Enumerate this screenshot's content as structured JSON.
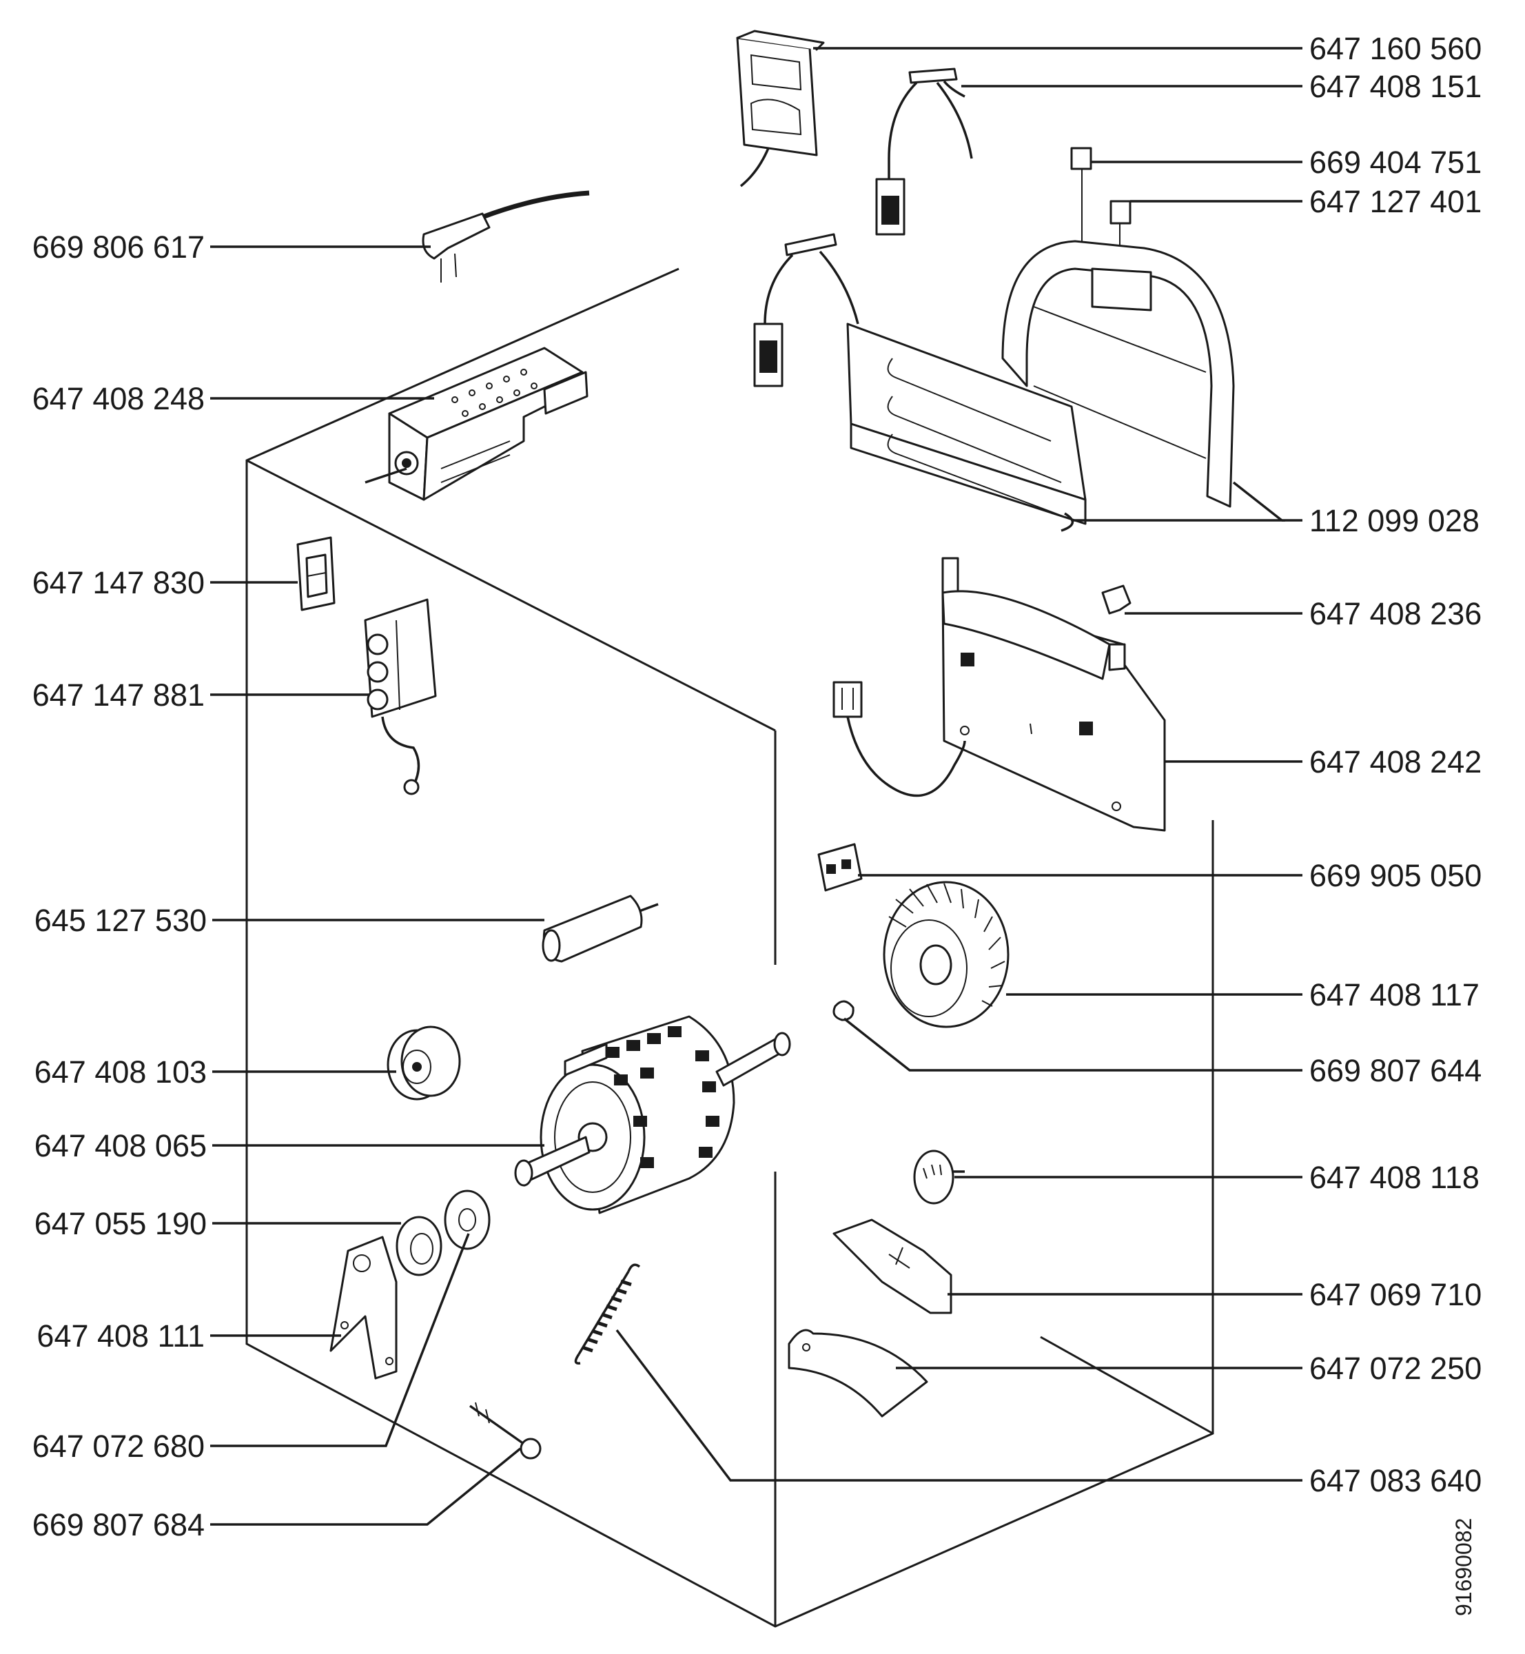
{
  "labels": {
    "l01": "647 160 560",
    "l02": "647 408 151",
    "l03": "669 404 751",
    "l04": "647 127 401",
    "l05": "669 806 617",
    "l06": "647 408 248",
    "l07": "112 099 028",
    "l08": "647 147 830",
    "l09": "647 408 236",
    "l10": "647 147 881",
    "l11": "647 408 242",
    "l12": "669 905 050",
    "l13": "645 127 530",
    "l14": "647 408 117",
    "l15": "647 408 103",
    "l16": "669 807 644",
    "l17": "647 408 065",
    "l18": "647 408 118",
    "l19": "647 055 190",
    "l20": "647 069 710",
    "l21": "647 408 111",
    "l22": "647 072 250",
    "l23": "647 072 680",
    "l24": "647 083 640",
    "l25": "669 807 684"
  },
  "document_id": "91690082"
}
